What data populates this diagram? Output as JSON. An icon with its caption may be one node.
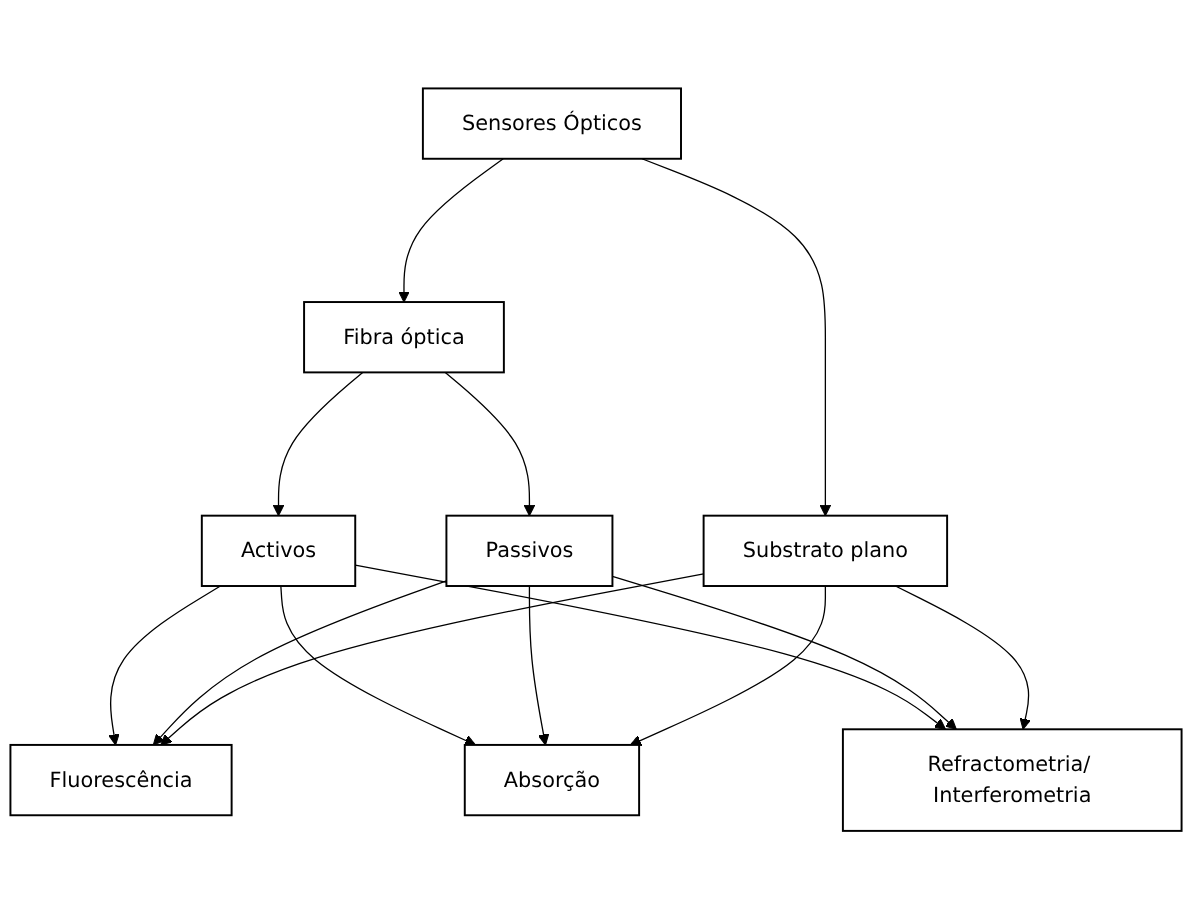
{
  "diagram": {
    "nodes": [
      {
        "text": [
          "Sensores Ópticos"
        ]
      },
      {
        "text": [
          "Fibra óptica"
        ]
      },
      {
        "text": [
          "Substrato plano"
        ]
      },
      {
        "text": [
          "Activos"
        ]
      },
      {
        "text": [
          "Passivos"
        ]
      },
      {
        "text": [
          "Fluorescência"
        ]
      },
      {
        "text": [
          "Absorção"
        ]
      },
      {
        "text": [
          "Refractometria/ Interferometria"
        ]
      }
    ],
    "edges": [
      {
        "from": 0,
        "to": 1,
        "arrow": "to"
      },
      {
        "from": 0,
        "to": 2,
        "arrow": "to"
      },
      {
        "from": 1,
        "to": 3,
        "arrow": "to"
      },
      {
        "from": 1,
        "to": 4,
        "arrow": "to"
      },
      {
        "from": 3,
        "to": 5,
        "arrow": "to"
      },
      {
        "from": 3,
        "to": 6,
        "arrow": "to"
      },
      {
        "from": 3,
        "to": 7,
        "arrow": "to"
      },
      {
        "from": 4,
        "to": 5,
        "arrow": "to"
      },
      {
        "from": 4,
        "to": 6,
        "arrow": "to"
      },
      {
        "from": 4,
        "to": 7,
        "arrow": "to"
      },
      {
        "from": 2,
        "to": 5,
        "arrow": "to"
      },
      {
        "from": 2,
        "to": 6,
        "arrow": "to"
      },
      {
        "from": 2,
        "to": 7,
        "arrow": "to"
      }
    ]
  }
}
